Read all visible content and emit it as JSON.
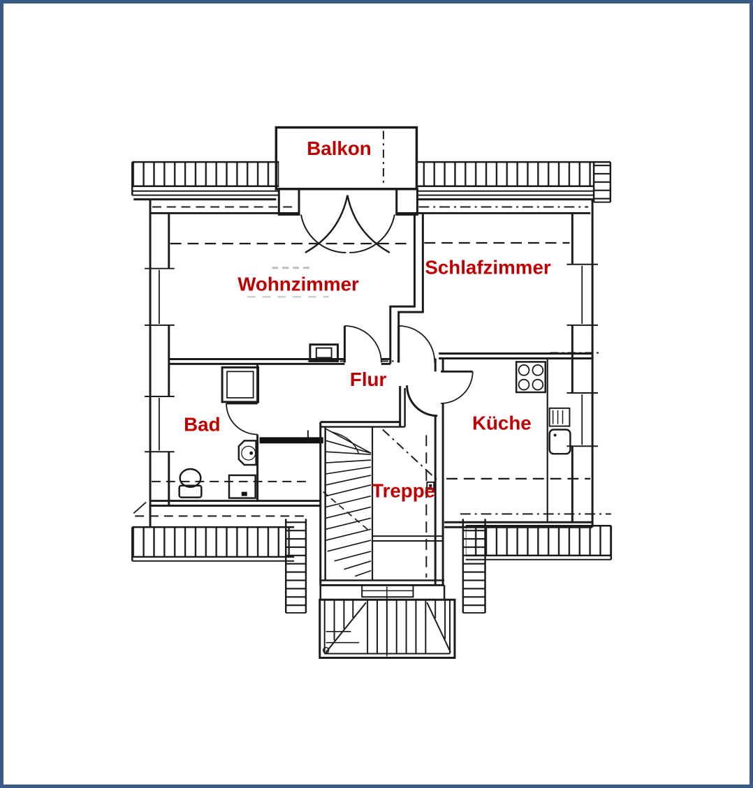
{
  "document": {
    "type": "apartment floor plan (scanned architectural drawing)",
    "language": "German"
  },
  "floorplan": {
    "rooms": {
      "balkon": {
        "label": "Balkon"
      },
      "wohnzimmer": {
        "label": "Wohnzimmer"
      },
      "schlafzimmer": {
        "label": "Schlafzimmer"
      },
      "flur": {
        "label": "Flur"
      },
      "bad": {
        "label": "Bad"
      },
      "kueche": {
        "label": "Küche"
      },
      "treppe": {
        "label": "Treppe"
      }
    },
    "colors": {
      "label": "#c00000",
      "line": "#1b1b1b",
      "frame": "#3a5b85",
      "background": "#ffffff"
    }
  }
}
